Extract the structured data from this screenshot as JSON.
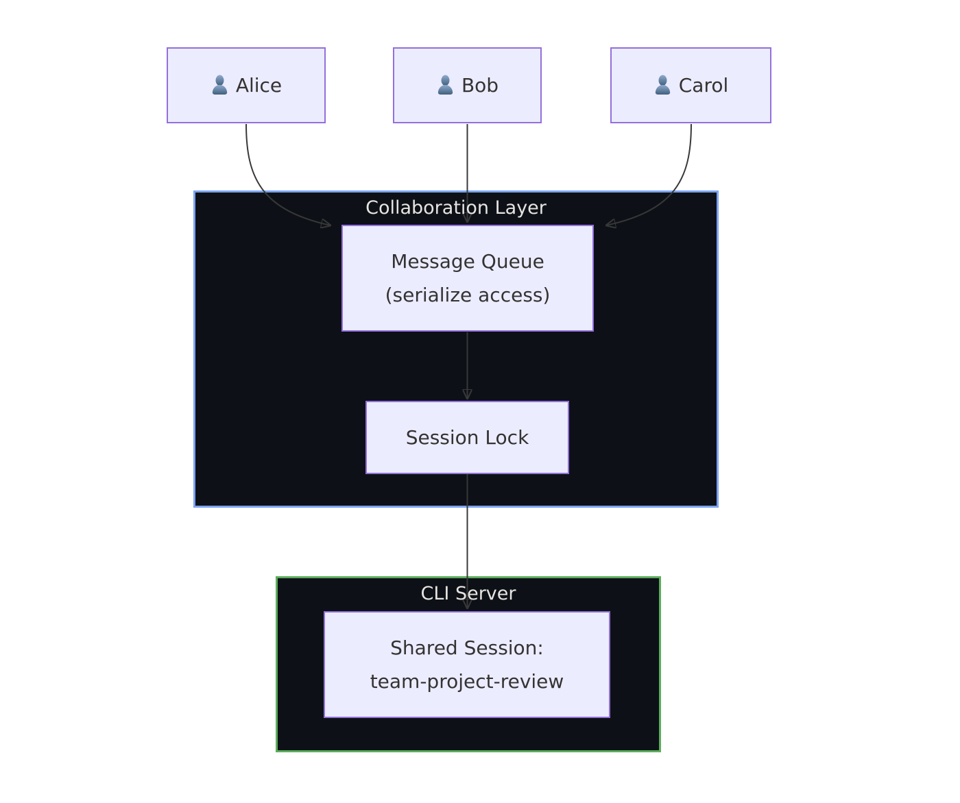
{
  "diagram": {
    "type": "flowchart",
    "background": "#ffffff",
    "actors": [
      {
        "label": "Alice",
        "icon": "user-icon"
      },
      {
        "label": "Bob",
        "icon": "user-icon"
      },
      {
        "label": "Carol",
        "icon": "user-icon"
      }
    ],
    "clusters": [
      {
        "title": "Collaboration Layer",
        "border_color": "#7ba3f2",
        "fill": "#0d1117",
        "title_color": "#e6e4e1"
      },
      {
        "title": "CLI Server",
        "border_color": "#5cad5c",
        "fill": "#0d1117",
        "title_color": "#e6e4e1"
      }
    ],
    "nodes": {
      "message_queue": {
        "line1": "Message Queue",
        "line2": "(serialize access)"
      },
      "session_lock": {
        "label": "Session Lock"
      },
      "shared_session": {
        "line1": "Shared Session:",
        "line2": "team-project-review"
      }
    },
    "edges": [
      {
        "from": "Alice",
        "to": "Message Queue"
      },
      {
        "from": "Bob",
        "to": "Message Queue"
      },
      {
        "from": "Carol",
        "to": "Message Queue"
      },
      {
        "from": "Message Queue",
        "to": "Session Lock"
      },
      {
        "from": "Session Lock",
        "to": "Shared Session"
      }
    ],
    "colors": {
      "node_fill": "#ececff",
      "node_border": "#9370db",
      "node_text": "#333333",
      "edge": "#383838",
      "user_icon_top": "#8fabcd",
      "user_icon_bottom": "#41607f"
    }
  }
}
